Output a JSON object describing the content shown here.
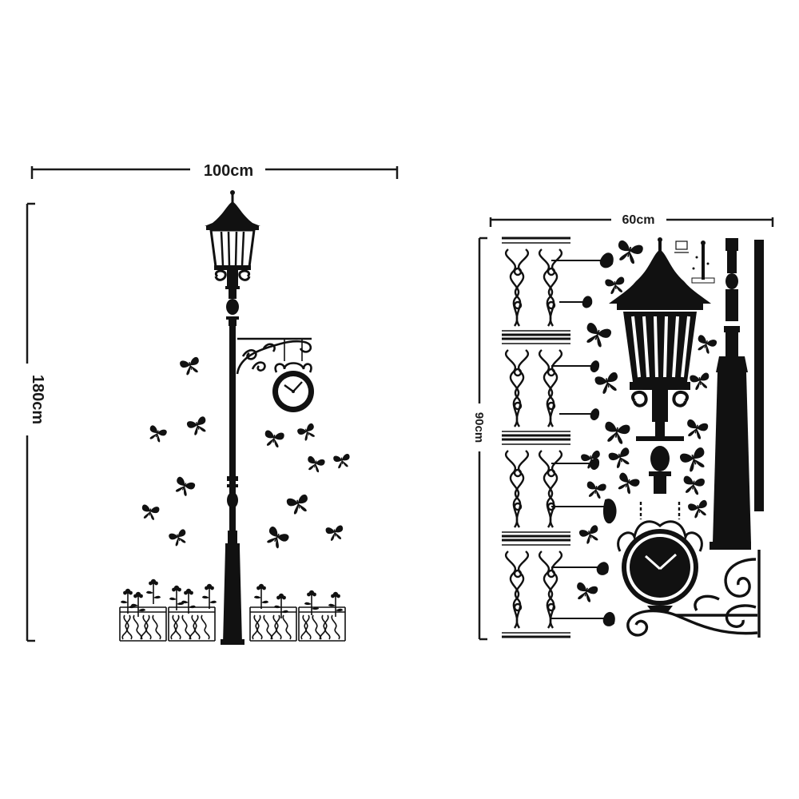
{
  "left_panel": {
    "width_label": "100cm",
    "height_label": "180cm"
  },
  "right_panel": {
    "width_label": "60cm",
    "height_label": "90cm"
  },
  "colors": {
    "silhouette": "#111111",
    "dimension_line": "#1a1a1a",
    "background": "#ffffff"
  },
  "icons": [
    "street-lamp-icon",
    "hanging-clock-icon",
    "butterfly-icon",
    "flower-icon",
    "fence-icon",
    "scroll-bracket-icon"
  ]
}
